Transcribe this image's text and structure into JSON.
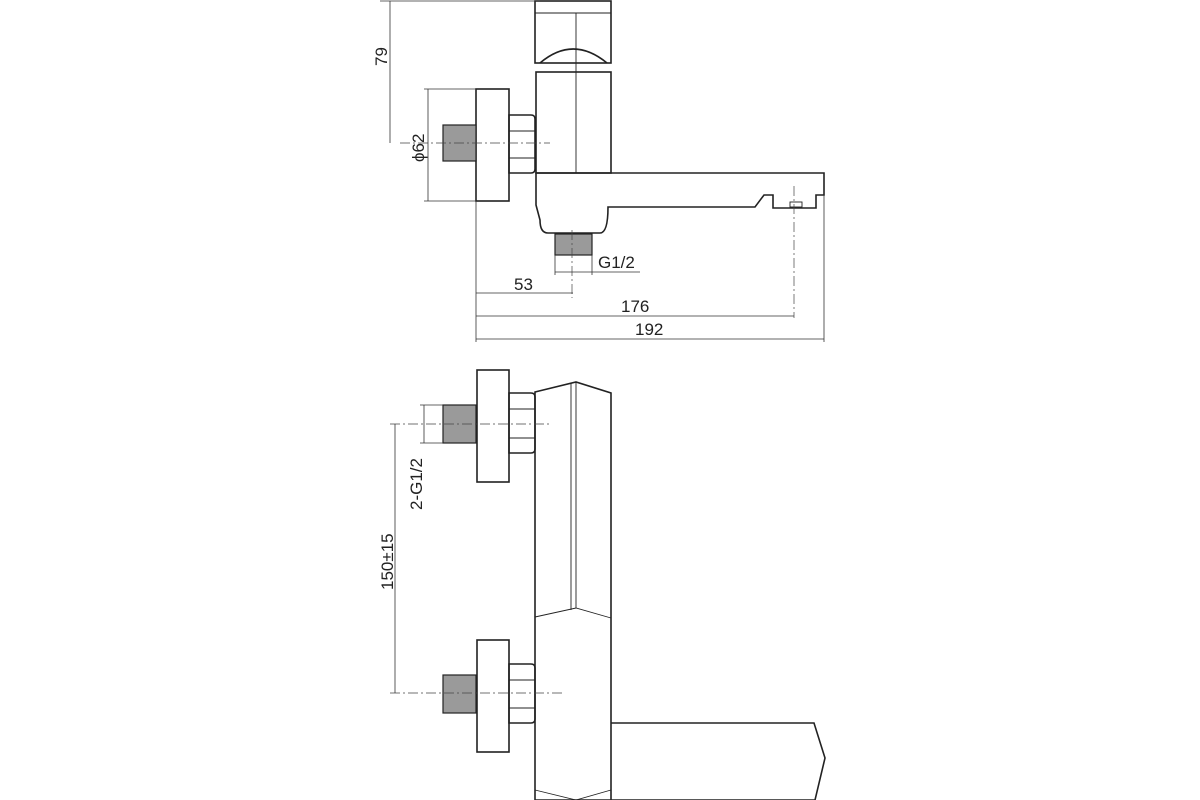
{
  "title": "Wall-mounted bath mixer dimension drawing",
  "dimensions": {
    "handle_height": "79",
    "flange_diameter": "ϕ62",
    "outlet_thread": "G1/2",
    "wall_to_axis": "53",
    "wall_to_spout_outlet": "176",
    "overall_length": "192",
    "inlet_threads": "2-G1/2",
    "inlet_spacing": "150±15"
  }
}
